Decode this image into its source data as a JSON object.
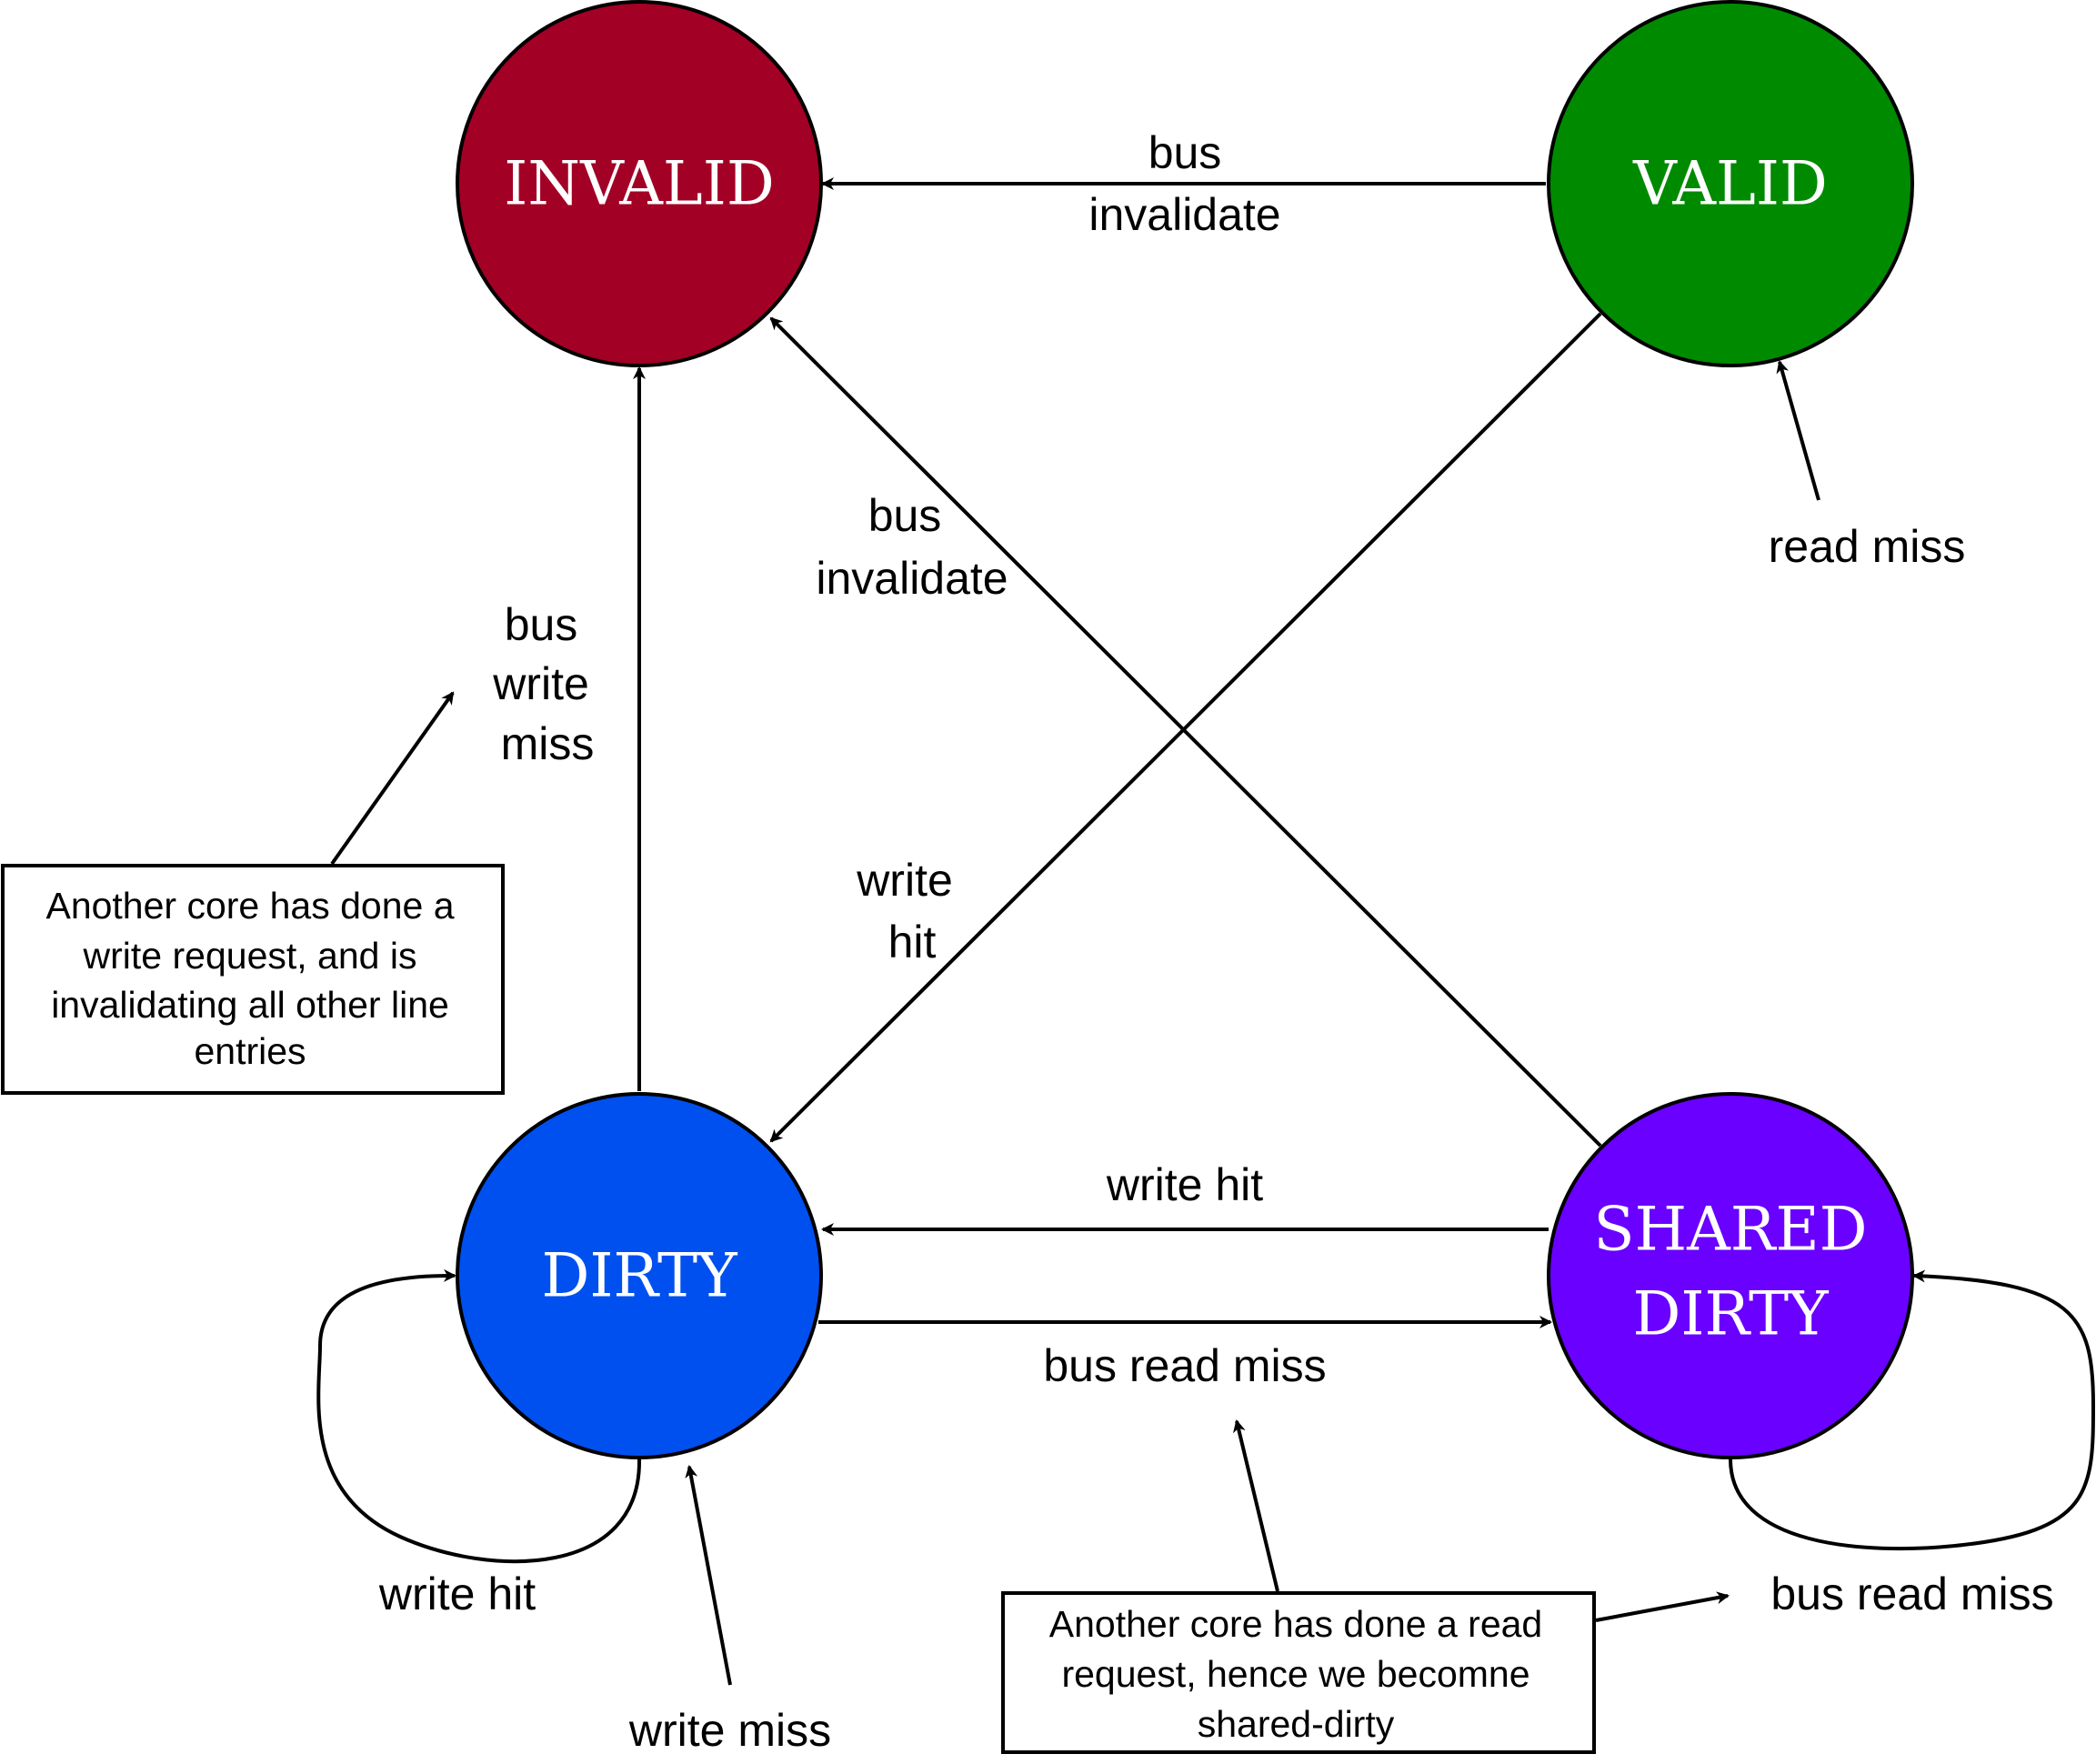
{
  "states": {
    "invalid": {
      "label": "INVALID",
      "color": "#A20025"
    },
    "valid": {
      "label": "VALID",
      "color": "#008A00"
    },
    "dirty": {
      "label": "DIRTY",
      "color": "#0050EF"
    },
    "shared_dirty": {
      "label_line1": "SHARED",
      "label_line2": "DIRTY",
      "color": "#6A00FF"
    }
  },
  "transitions": {
    "valid_to_invalid": {
      "line1": "bus",
      "line2": "invalidate"
    },
    "shared_dirty_to_invalid": {
      "line1": "bus",
      "line2": "invalidate"
    },
    "dirty_to_invalid": {
      "line1": "bus",
      "line2": "write",
      "line3": "miss"
    },
    "valid_to_dirty": {
      "line1": "write",
      "line2": "hit"
    },
    "shared_dirty_to_dirty": {
      "label": "write hit"
    },
    "dirty_to_shared_dirty": {
      "label": "bus read miss"
    },
    "dirty_self_loop": {
      "label": "write hit"
    },
    "shared_dirty_self_loop": {
      "label": "bus read miss"
    },
    "entry_valid": {
      "label": "read miss"
    },
    "entry_dirty": {
      "label": "write miss"
    }
  },
  "notes": {
    "write_note": {
      "line1": "Another core has done a",
      "line2": "write request, and is",
      "line3": "invalidating all other line",
      "line4": "entries"
    },
    "read_note": {
      "line1": "Another core has done a read",
      "line2": "request, hence we becomne",
      "line3": "shared-dirty"
    }
  }
}
